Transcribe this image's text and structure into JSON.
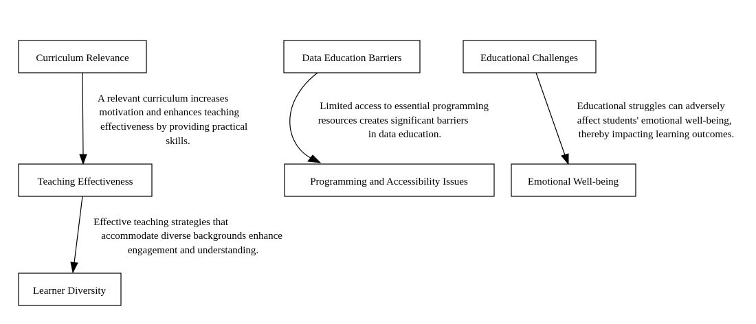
{
  "nodes": {
    "curriculum_relevance": "Curriculum Relevance",
    "teaching_effectiveness": "Teaching Effectiveness",
    "learner_diversity": "Learner Diversity",
    "data_education_barriers": "Data Education Barriers",
    "programming_accessibility": "Programming and Accessibility Issues",
    "educational_challenges": "Educational Challenges",
    "emotional_wellbeing": "Emotional Well-being"
  },
  "edges": {
    "curriculum_to_teaching": [
      "A relevant curriculum increases",
      "motivation and enhances teaching",
      "effectiveness by providing practical",
      "skills."
    ],
    "teaching_to_diversity": [
      "Effective teaching strategies that",
      "accommodate diverse backgrounds enhance",
      "engagement and understanding."
    ],
    "barriers_to_programming": [
      "Limited access to essential programming",
      "resources creates significant barriers",
      "in data education."
    ],
    "challenges_to_wellbeing": [
      "Educational struggles can adversely",
      "affect students' emotional well-being,",
      "thereby impacting learning outcomes."
    ]
  },
  "colors": {
    "stroke": "#000000",
    "fill": "#ffffff",
    "text": "#000000"
  }
}
